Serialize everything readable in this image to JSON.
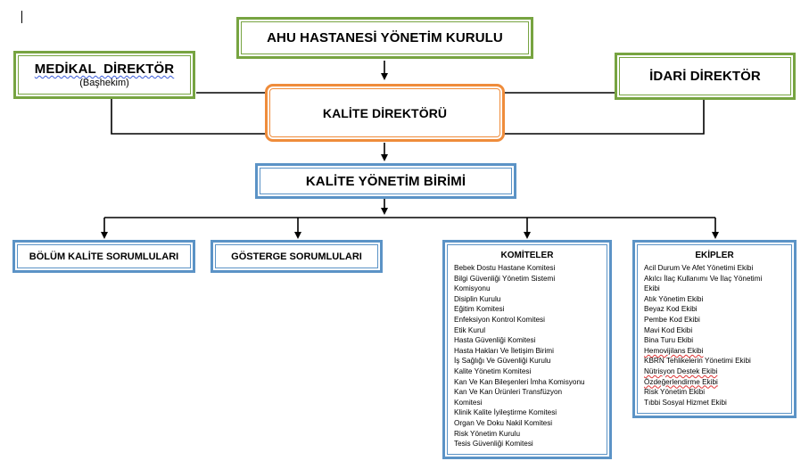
{
  "board": {
    "label": "AHU HASTANESİ YÖNETİM KURULU"
  },
  "medical_director": {
    "label": "MEDİKAL  DİREKTÖR",
    "sub": "(Başhekim)"
  },
  "admin_director": {
    "label": "İDARİ DİREKTÖR"
  },
  "quality_director": {
    "label": "KALİTE DİREKTÖRÜ"
  },
  "quality_unit": {
    "label": "KALİTE YÖNETİM BİRİMİ"
  },
  "dept_quality": {
    "label": "BÖLÜM KALİTE SORUMLULARI"
  },
  "indicator": {
    "label": "GÖSTERGE SORUMLULARI"
  },
  "committees": {
    "title": "KOMİTELER",
    "items": [
      "Bebek Dostu Hastane Komitesi",
      "Bilgi Güvenliği Yönetim Sistemi",
      "Komisyonu",
      "Disiplin Kurulu",
      "Eğitim Komitesi",
      "Enfeksiyon Kontrol Komitesi",
      "Etik Kurul",
      "Hasta Güvenliği Komitesi",
      "Hasta Hakları Ve İletişim Birimi",
      "İş Sağlığı Ve Güvenliği Kurulu",
      "Kalite Yönetim Komitesi",
      "Kan Ve Kan Bileşenleri İmha Komisyonu",
      "Kan Ve Kan Ürünleri Transfüzyon",
      "Komitesi",
      "Klinik Kalite İyileştirme Komitesi",
      "Organ Ve Doku Nakil Komitesi",
      "Risk Yönetim Kurulu",
      "Tesis Güvenliği Komitesi"
    ]
  },
  "teams": {
    "title": "EKİPLER",
    "items": [
      "Acil Durum Ve Afet Yönetimi Ekibi",
      "Akılcı İlaç Kullanımı Ve İlaç Yönetimi",
      "Ekibi",
      "Atık Yönetim Ekibi",
      "Beyaz Kod Ekibi",
      "Pembe Kod Ekibi",
      "Mavi Kod Ekibi",
      "Bina Turu Ekibi",
      "Hemovijilans Ekibi",
      "KBRN Tehlikelerin Yönetimi Ekibi",
      "Nütrisyon Destek Ekibi",
      "Özdeğerlendirme Ekibi",
      "Risk Yönetim Ekibi",
      "Tıbbi Sosyal Hizmet Ekibi"
    ]
  },
  "colors": {
    "green": "#77a441",
    "blue": "#5b93c6",
    "orange": "#ef8c3b"
  }
}
